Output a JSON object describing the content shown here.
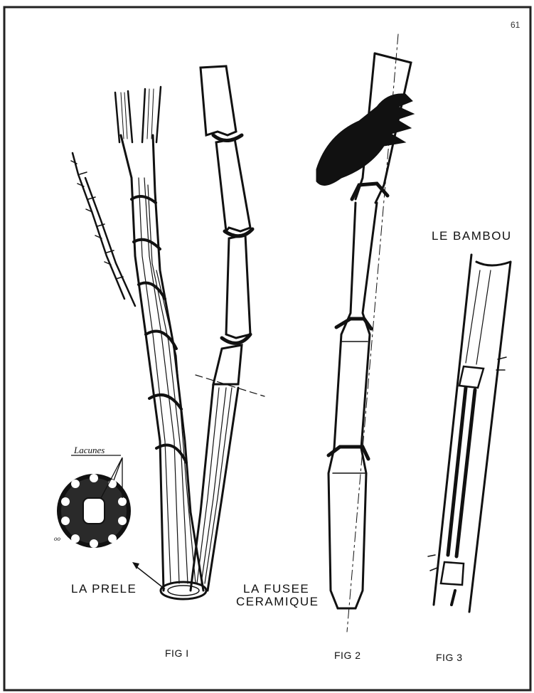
{
  "page_number": "61",
  "labels": {
    "lacunes": "Lacunes",
    "la_prele": "LA PRELE",
    "la_fusee_line1": "LA FUSEE",
    "la_fusee_line2": "CERAMIQUE",
    "le_bambou": "LE BAMBOU",
    "small_mark": "oo"
  },
  "figures": [
    {
      "caption": "FIG I"
    },
    {
      "caption": "FIG 2"
    },
    {
      "caption": "FIG 3"
    }
  ],
  "colors": {
    "ink": "#111111",
    "paper": "#ffffff",
    "frame": "#222222"
  }
}
